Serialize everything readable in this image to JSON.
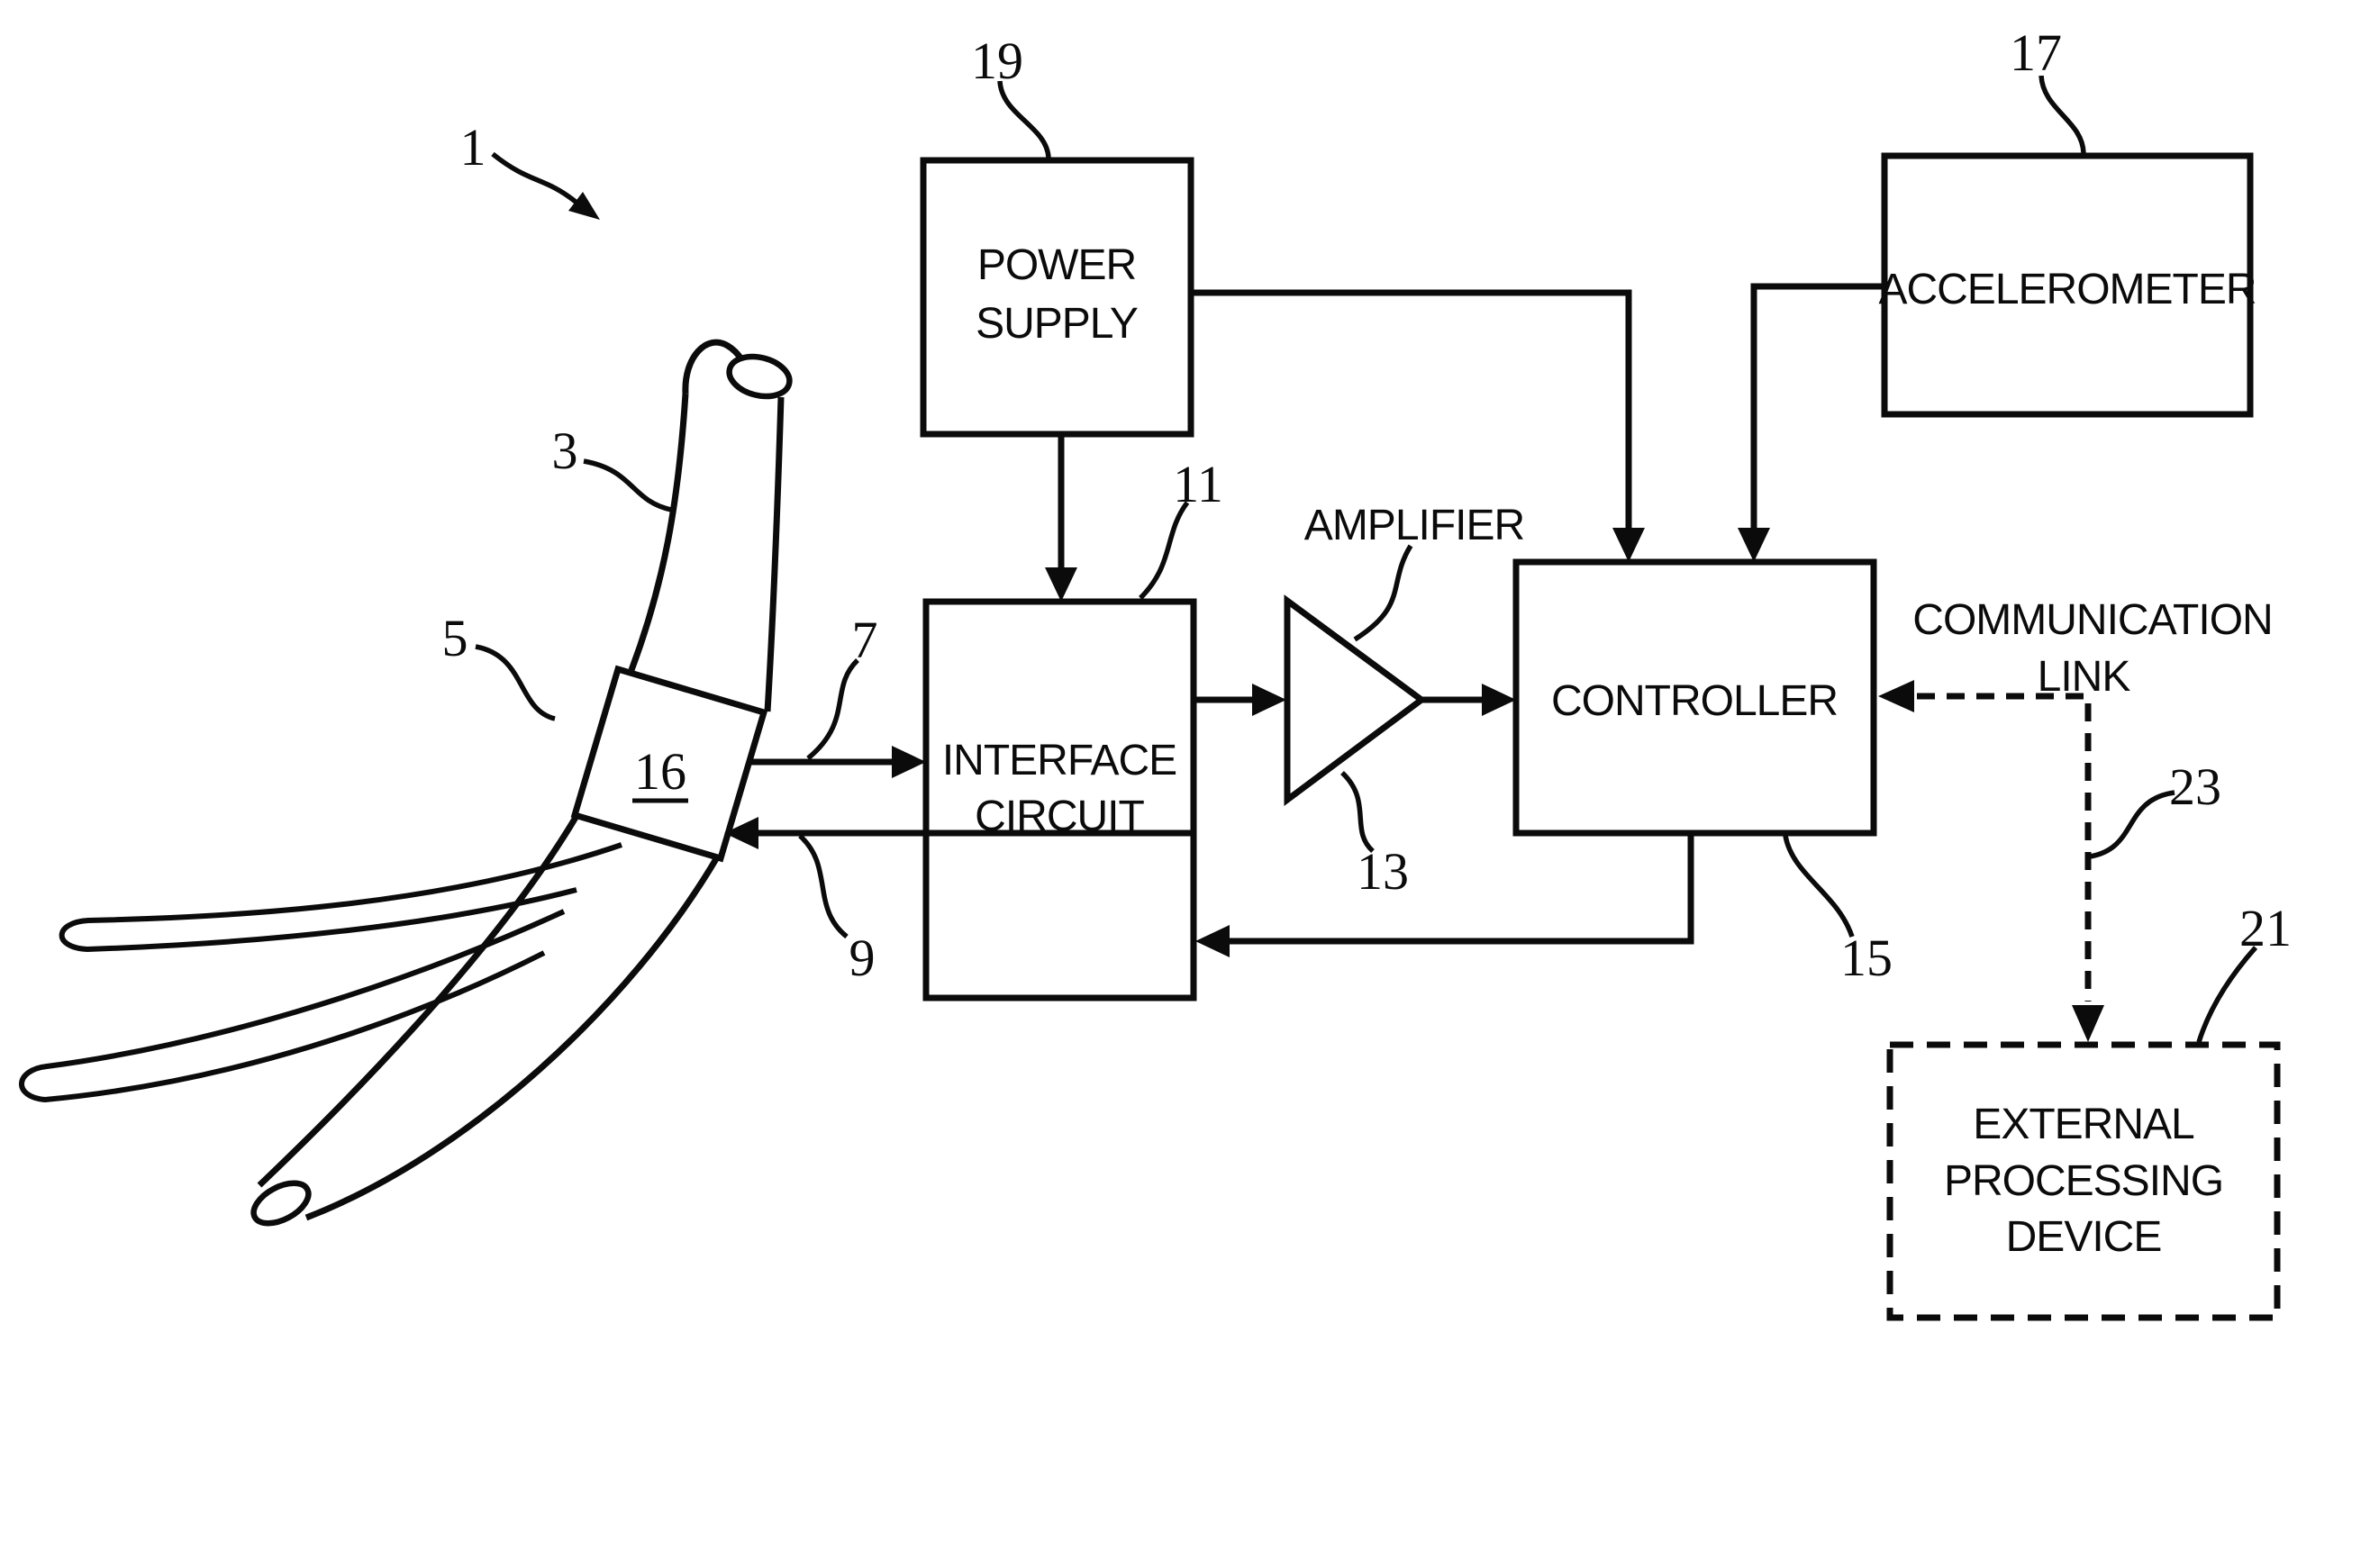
{
  "colors": {
    "ink": "#0b0b0b",
    "paper": "#ffffff"
  },
  "figure": {
    "system_ref": "1",
    "lead": {
      "body_ref": "3",
      "module_ref": "5",
      "sensor_ref": "16",
      "to_interface_ref": "7",
      "from_interface_ref": "9"
    },
    "blocks": {
      "power_supply": {
        "line1": "POWER",
        "line2": "SUPPLY",
        "ref": "19"
      },
      "accelerometer": {
        "label": "ACCELEROMETER",
        "ref": "17"
      },
      "interface_circuit": {
        "line1": "INTERFACE",
        "line2": "CIRCUIT",
        "ref": "11"
      },
      "amplifier": {
        "label": "AMPLIFIER",
        "ref": "13"
      },
      "controller": {
        "label": "CONTROLLER",
        "ref": "15"
      },
      "communication_link": {
        "line1": "COMMUNICATION",
        "line2": "LINK",
        "ref": "23"
      },
      "external_processing_device": {
        "line1": "EXTERNAL",
        "line2": "PROCESSING",
        "line3": "DEVICE",
        "ref": "21"
      }
    }
  }
}
